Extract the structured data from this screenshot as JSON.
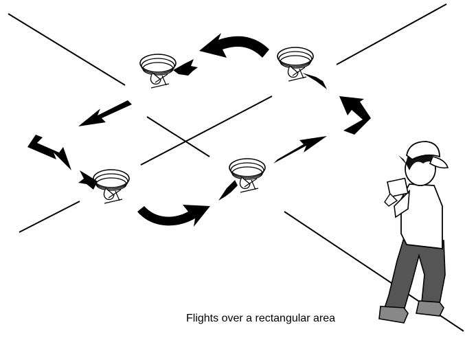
{
  "illustration": {
    "caption": "Flights over a rectangular area",
    "colors": {
      "ink": "#000000",
      "paper": "#ffffff",
      "pants": "#555555",
      "shoes": "#888888",
      "hair": "#111111"
    },
    "elements": [
      "flight-line",
      "drone-icon",
      "direction-arrow-icon",
      "pilot-figure"
    ]
  }
}
